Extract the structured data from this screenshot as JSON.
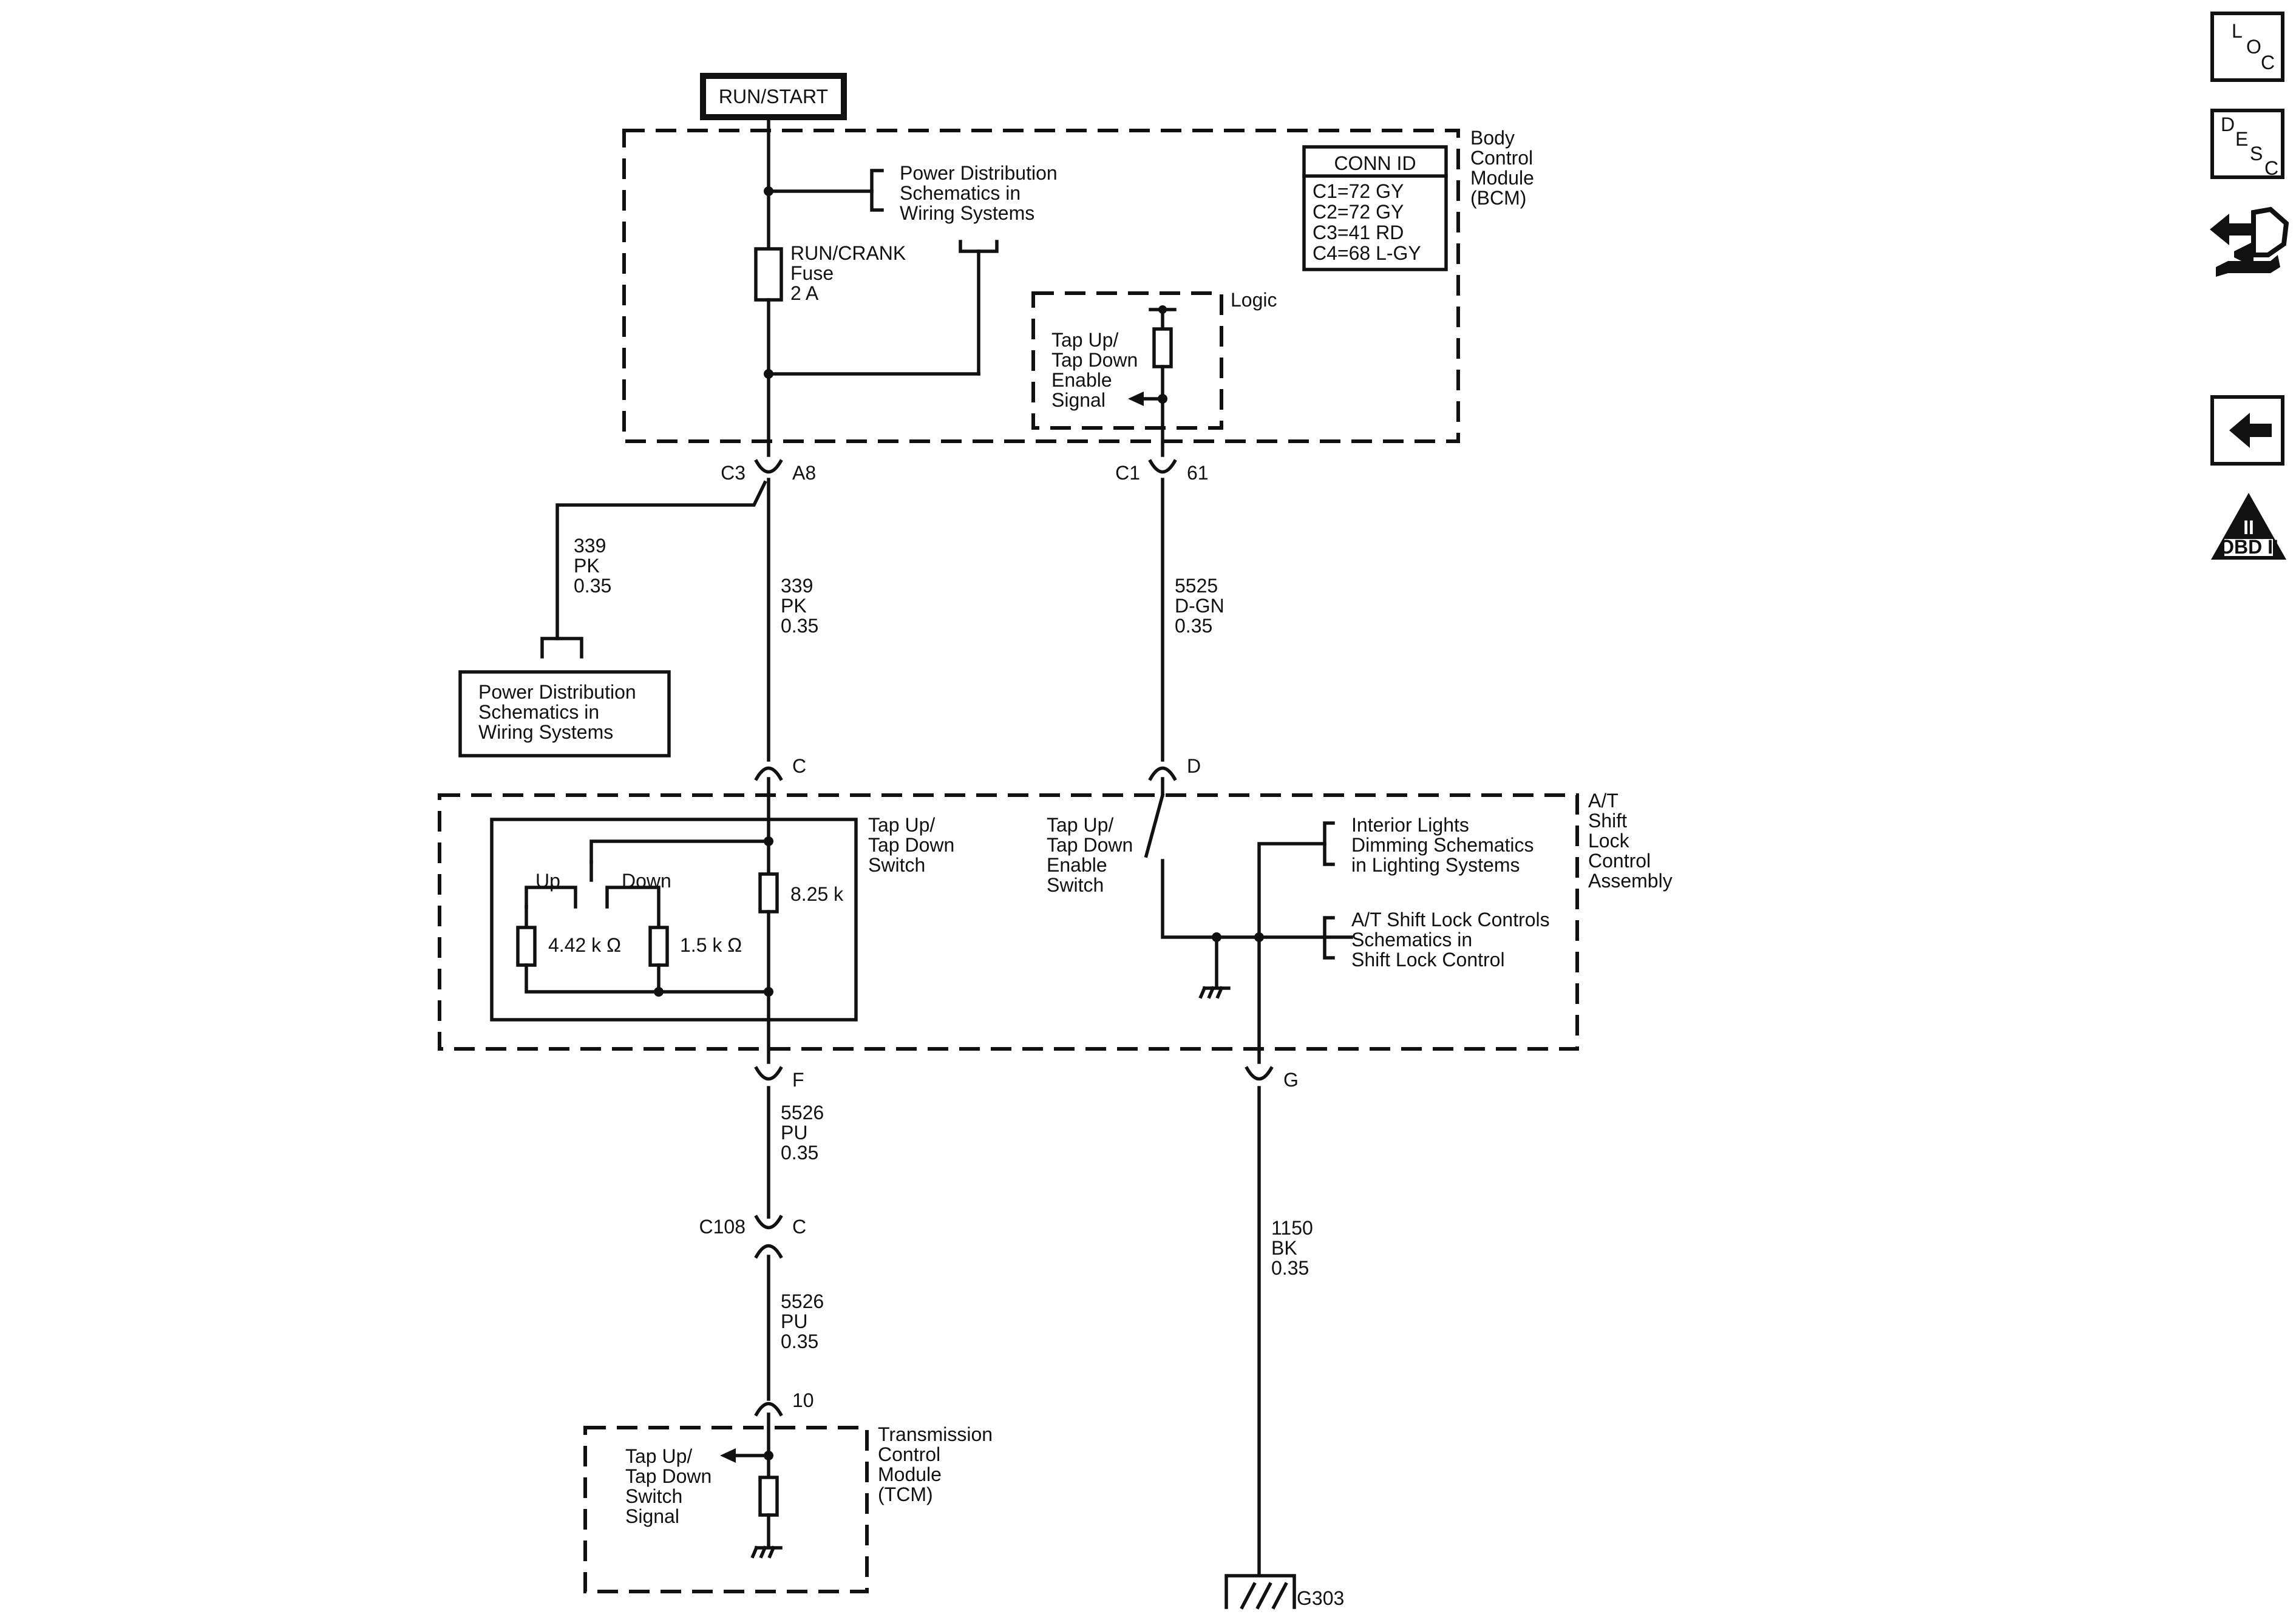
{
  "source": {
    "label": "RUN/START"
  },
  "bcm": {
    "name_lines": [
      "Body",
      "Control",
      "Module",
      "(BCM)"
    ],
    "conn_id": {
      "title": "CONN ID",
      "rows": [
        "C1=72 GY",
        "C2=72 GY",
        "C3=41 RD",
        "C4=68 L-GY"
      ]
    },
    "power_dist_ref": [
      "Power Distribution",
      "Schematics in",
      "Wiring Systems"
    ],
    "fuse": [
      "RUN/CRANK",
      "Fuse",
      "2 A"
    ],
    "logic_label": "Logic",
    "logic_signal": [
      "Tap Up/",
      "Tap Down",
      "Enable",
      "Signal"
    ]
  },
  "connectors": {
    "c3": "C3",
    "a8": "A8",
    "c1": "C1",
    "pin61": "61",
    "c": "C",
    "d": "D",
    "f": "F",
    "g": "G",
    "c108": "C108",
    "c108_pin": "C",
    "pin10": "10"
  },
  "wires": {
    "w339_left": [
      "339",
      "PK",
      "0.35"
    ],
    "w339_main": [
      "339",
      "PK",
      "0.35"
    ],
    "w5525": [
      "5525",
      "D-GN",
      "0.35"
    ],
    "w5526_a": [
      "5526",
      "PU",
      "0.35"
    ],
    "w5526_b": [
      "5526",
      "PU",
      "0.35"
    ],
    "w1150": [
      "1150",
      "BK",
      "0.35"
    ]
  },
  "power_dist_box": [
    "Power Distribution",
    "Schematics in",
    "Wiring Systems"
  ],
  "shift_lock": {
    "name_lines": [
      "A/T",
      "Shift",
      "Lock",
      "Control",
      "Assembly"
    ],
    "switch_label": [
      "Tap Up/",
      "Tap Down",
      "Switch"
    ],
    "up": "Up",
    "down": "Down",
    "r1": "8.25 k",
    "r2": "4.42 k Ω",
    "r3": "1.5 k Ω",
    "enable_switch": [
      "Tap Up/",
      "Tap Down",
      "Enable",
      "Switch"
    ],
    "interior_ref": [
      "Interior Lights",
      "Dimming Schematics",
      "in Lighting Systems"
    ],
    "shift_lock_ref": [
      "A/T Shift Lock Controls",
      "Schematics in",
      "Shift Lock Control"
    ]
  },
  "tcm": {
    "name_lines": [
      "Transmission",
      "Control",
      "Module",
      "(TCM)"
    ],
    "signal": [
      "Tap Up/",
      "Tap Down",
      "Switch",
      "Signal"
    ]
  },
  "ground": {
    "label": "G303"
  },
  "sidebar": {
    "loc": {
      "letters": [
        "L",
        "O",
        "C"
      ]
    },
    "desc": {
      "letters": [
        "D",
        "E",
        "S",
        "C"
      ]
    },
    "obd": {
      "label": "OBD II",
      "numeral": "II"
    }
  }
}
